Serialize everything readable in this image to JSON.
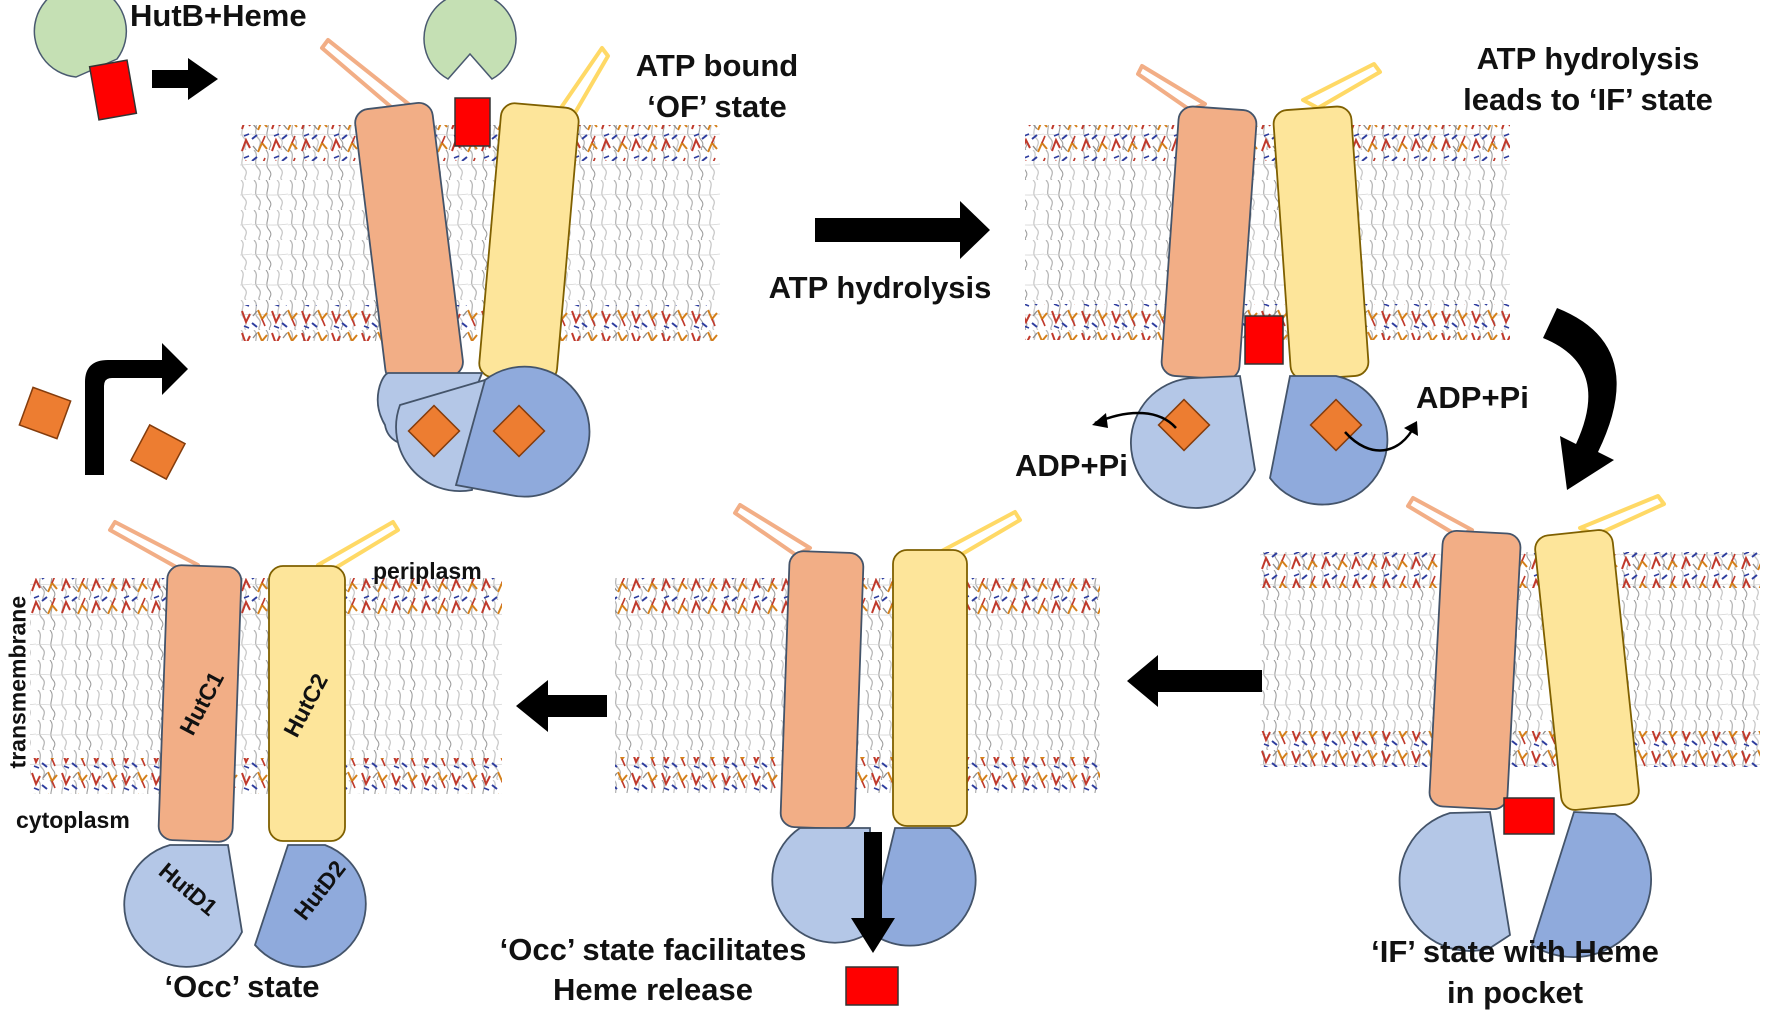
{
  "labels": {
    "hutb_heme": "HutB+Heme",
    "atp_bound_1": "ATP bound",
    "atp_bound_2": "‘OF’ state",
    "atp_hydrolysis": "ATP hydrolysis",
    "if_leads_1": "ATP hydrolysis",
    "if_leads_2": "leads to ‘IF’ state",
    "adp_pi_left": "ADP+Pi",
    "adp_pi_right": "ADP+Pi",
    "if_pocket_1": "‘IF’ state with Heme",
    "if_pocket_2": "in pocket",
    "occ_release_1": "‘Occ’ state facilitates",
    "occ_release_2": "Heme release",
    "occ_state": "‘Occ’ state",
    "periplasm": "periplasm",
    "transmembrane": "transmembrane",
    "cytoplasm": "cytoplasm",
    "hutc1": "HutC1",
    "hutc2": "HutC2",
    "hutd1": "HutD1",
    "hutd2": "HutD2"
  },
  "colors": {
    "hutc1": "#f2ae86",
    "hutc2": "#fde59a",
    "hutd1": "#b4c7e7",
    "hutd2": "#8faadc",
    "heme": "#ff0000",
    "atp": "#ed7d31",
    "hutb": "#c5e0b4",
    "lipid_tail": "#bdbdbd",
    "lipid_head_o": "#c0392b",
    "lipid_head_n": "#2e3d9e",
    "lipid_head_p": "#d4801b",
    "arrow": "#000000"
  }
}
